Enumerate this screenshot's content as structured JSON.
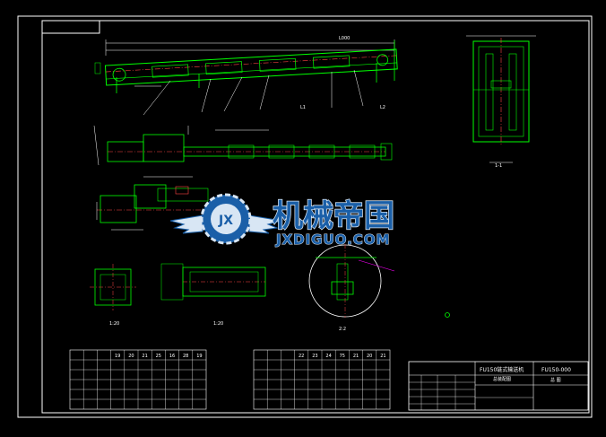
{
  "colors": {
    "background": "#000000",
    "frame": "#ffffff",
    "geometry": "#00ff00",
    "centerline": "#ff3333",
    "dimension": "#ffffff",
    "leader": "#ff00ff",
    "hatch": "#ffff00",
    "watermark_blue": "#1a5fa8",
    "watermark_light": "#d8e6f4"
  },
  "main_view": {
    "dims_top": [
      "L000"
    ],
    "section_labels": [
      "L1",
      "L2"
    ]
  },
  "side_view": {
    "caption": "1-1"
  },
  "detail_views": {
    "left_caption": "1:20",
    "mid_caption": "1:20",
    "circle_caption": "2:2"
  },
  "watermark": {
    "cn": "机械帝国",
    "en": "JXDIGUO.COM",
    "badge": "JX"
  },
  "table_left": {
    "headers": [
      "",
      "",
      "",
      "19",
      "20",
      "21",
      "25",
      "16",
      "28",
      "19"
    ],
    "rows": [
      [
        "",
        "",
        "",
        "",
        "",
        "",
        "",
        "",
        "",
        ""
      ],
      [
        "",
        "",
        "",
        "",
        "",
        "",
        "",
        "",
        "",
        ""
      ],
      [
        "",
        "",
        "",
        "",
        "",
        "",
        "",
        "",
        "",
        ""
      ],
      [
        "",
        "",
        "",
        "",
        "",
        "",
        "",
        "",
        "",
        ""
      ],
      [
        "",
        "",
        "",
        "",
        "",
        "",
        "",
        "",
        "",
        ""
      ]
    ]
  },
  "table_right": {
    "headers": [
      "",
      "",
      "",
      "22",
      "23",
      "24",
      "75",
      "21",
      "20",
      "21"
    ],
    "rows": [
      [
        "",
        "",
        "",
        "",
        "",
        "",
        "",
        "",
        "",
        ""
      ],
      [
        "",
        "",
        "",
        "",
        "",
        "",
        "",
        "",
        "",
        ""
      ],
      [
        "",
        "",
        "",
        "",
        "",
        "",
        "",
        "",
        "",
        ""
      ],
      [
        "",
        "",
        "",
        "",
        "",
        "",
        "",
        "",
        "",
        ""
      ],
      [
        "",
        "",
        "",
        "",
        "",
        "",
        "",
        "",
        "",
        ""
      ]
    ]
  },
  "title_block": {
    "drawing_title": "FU150链式输送机",
    "sub_title": "总装配图",
    "drawing_number": "FU150-000",
    "scale_label": "总 图"
  },
  "marker": "●"
}
